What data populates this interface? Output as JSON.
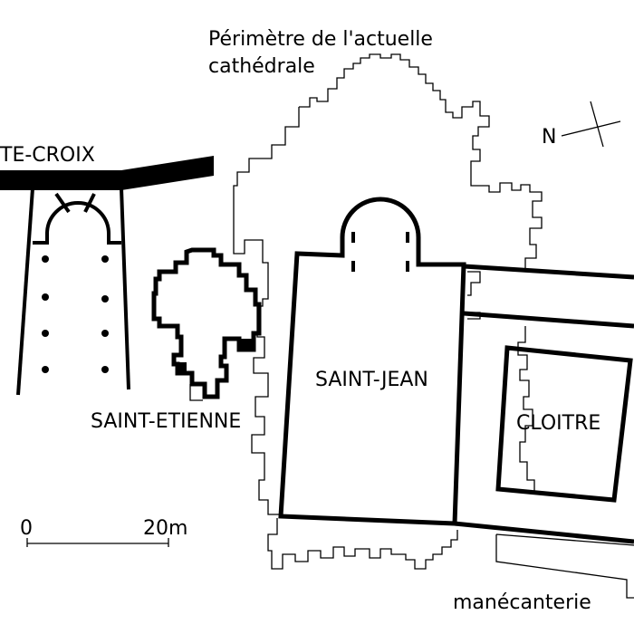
{
  "labels": {
    "perimeter_line1": "Périmètre de l'actuelle",
    "perimeter_line2": "cathédrale",
    "sainte_croix": "TE-CROIX",
    "saint_etienne": "SAINT-ETIENNE",
    "saint_jean": "SAINT-JEAN",
    "cloitre": "CLOITRE",
    "manecanterie": "manécanterie",
    "north": "N"
  },
  "scale_bar": {
    "start_label": "0",
    "end_label": "20m"
  },
  "colors": {
    "ink": "#000000",
    "background": "#ffffff"
  }
}
